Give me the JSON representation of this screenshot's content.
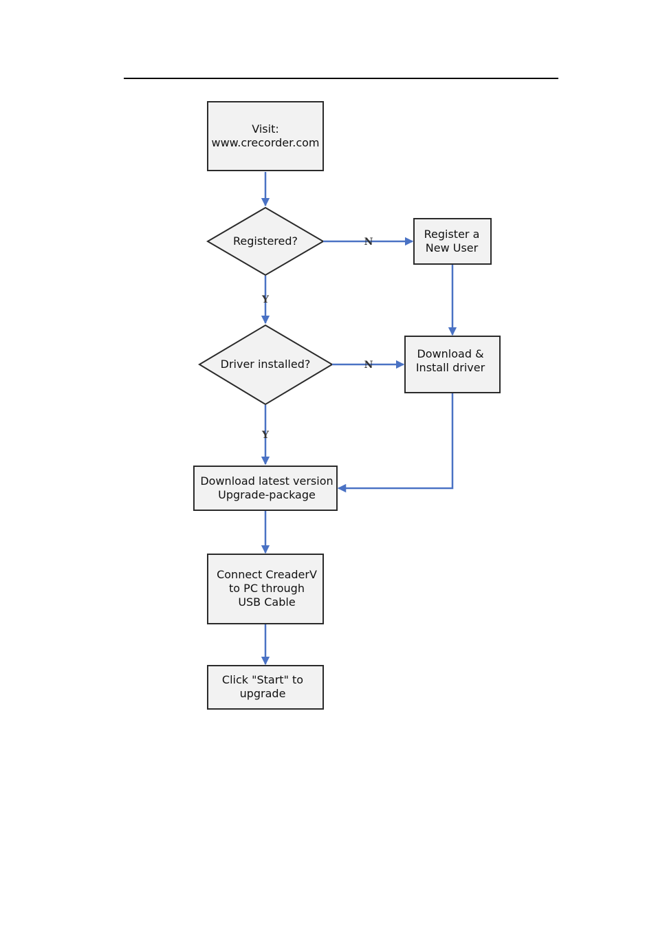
{
  "colors": {
    "node_fill": "#f2f2f2",
    "node_stroke": "#2a2a2a",
    "arrow": "#4a72c4",
    "header_rule": "#000000"
  },
  "nodes": {
    "visit": {
      "lines": [
        "Visit:",
        "www.crecorder.com"
      ]
    },
    "registered": {
      "lines": [
        "Registered?"
      ]
    },
    "register_user": {
      "lines": [
        "Register a",
        "New User"
      ]
    },
    "driver_installed": {
      "lines": [
        "Driver installed?"
      ]
    },
    "download_driver": {
      "lines": [
        "Download &",
        "Install driver"
      ]
    },
    "download_package": {
      "lines": [
        "Download latest version",
        "Upgrade-package"
      ]
    },
    "connect": {
      "lines": [
        "Connect CreaderV",
        "to PC through",
        "USB Cable"
      ]
    },
    "click_start": {
      "lines": [
        "Click \"Start\" to",
        "upgrade"
      ]
    }
  },
  "edges": {
    "registered_no": {
      "label": "N"
    },
    "registered_yes": {
      "label": "Y"
    },
    "driver_no": {
      "label": "N"
    },
    "driver_yes": {
      "label": "Y"
    }
  }
}
